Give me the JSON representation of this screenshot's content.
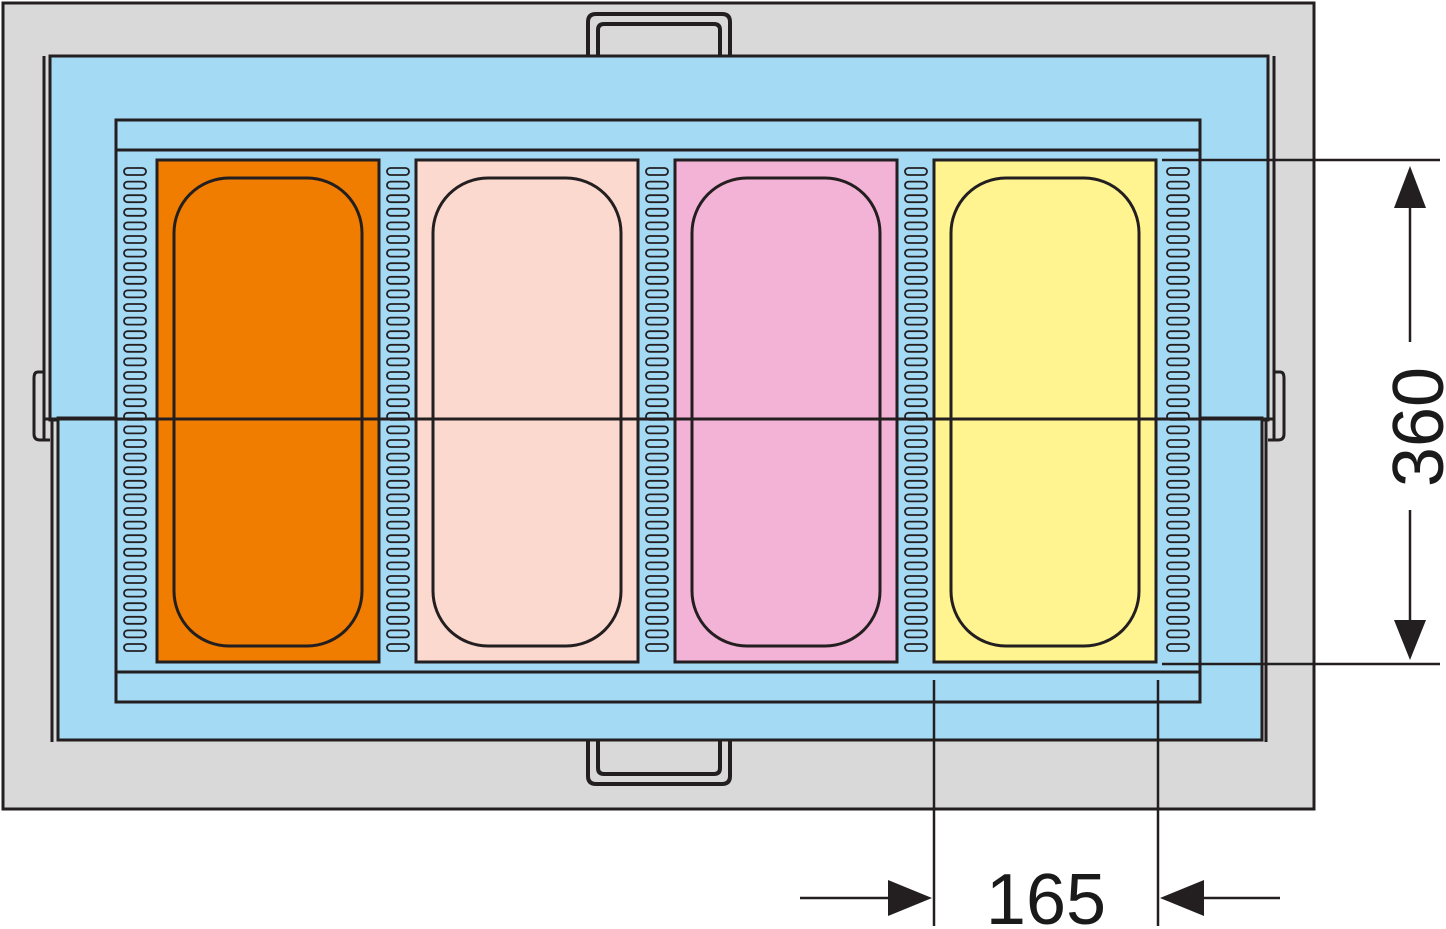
{
  "diagram": {
    "dimension_width": "165",
    "dimension_height": "360",
    "colors": {
      "cabinet": "#d9d9d9",
      "lid": "#a5daf5",
      "outline": "#231f20",
      "pan_orange": "#f07c00",
      "pan_peach": "#fcd9cf",
      "pan_pink": "#f3b3d6",
      "pan_yellow": "#fff48f"
    },
    "pans": [
      {
        "name": "orange",
        "color": "#f07c00"
      },
      {
        "name": "peach",
        "color": "#fcd9cf"
      },
      {
        "name": "pink",
        "color": "#f3b3d6"
      },
      {
        "name": "yellow",
        "color": "#fff48f"
      }
    ]
  }
}
